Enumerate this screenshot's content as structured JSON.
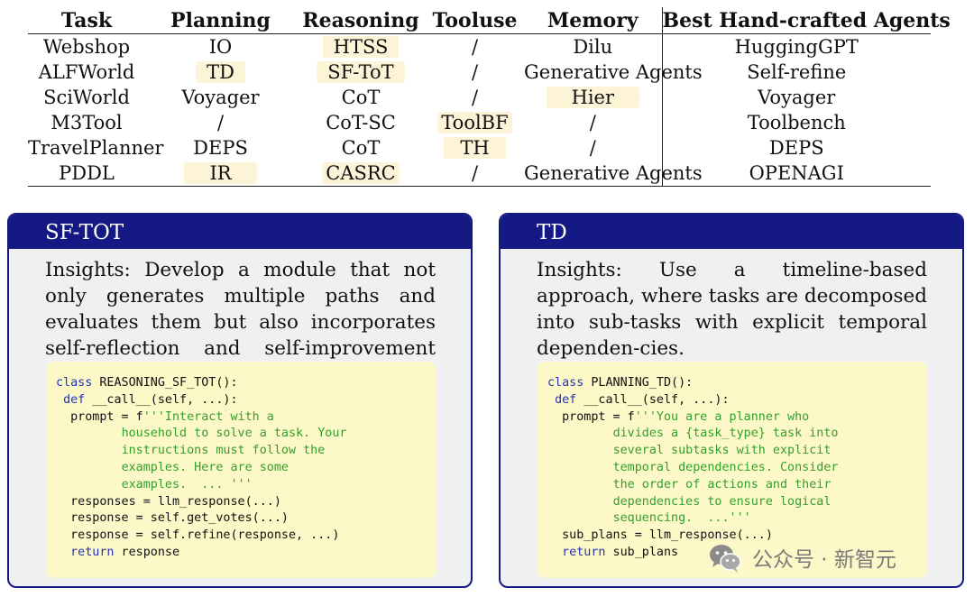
{
  "table": {
    "headers": [
      "Task",
      "Planning",
      "Reasoning",
      "Tooluse",
      "Memory",
      "Best Hand-crafted Agents"
    ],
    "rows": [
      {
        "task": "Webshop",
        "planning": "IO",
        "reasoning": "HTSS",
        "tooluse": "/",
        "memory": "Dilu",
        "best": "HuggingGPT"
      },
      {
        "task": "ALFWorld",
        "planning": "TD",
        "reasoning": "SF-ToT",
        "tooluse": "/",
        "memory": "Generative Agents",
        "best": "Self-refine"
      },
      {
        "task": "SciWorld",
        "planning": "Voyager",
        "reasoning": "CoT",
        "tooluse": "/",
        "memory": "Hier",
        "best": "Voyager"
      },
      {
        "task": "M3Tool",
        "planning": "/",
        "reasoning": "CoT-SC",
        "tooluse": "ToolBF",
        "memory": "/",
        "best": "Toolbench"
      },
      {
        "task": "TravelPlanner",
        "planning": "DEPS",
        "reasoning": "CoT",
        "tooluse": "TH",
        "memory": "/",
        "best": "DEPS"
      },
      {
        "task": "PDDL",
        "planning": "IR",
        "reasoning": "CASRC",
        "tooluse": "/",
        "memory": "Generative Agents",
        "best": "OPENAGI"
      }
    ]
  },
  "left_card": {
    "title": "SF-TOT",
    "insight": "Insights: Develop a module that not only generates multiple paths and evaluates them but also incorporates self-reflection and self-improvement strategies.",
    "code": [
      {
        "kw": "class",
        "rest": " REASONING_SF_TOT():",
        "indent": "",
        "str": ""
      },
      {
        "kw": "def",
        "rest": " __call__(self, ...):",
        "indent": " ",
        "str": ""
      },
      {
        "kw": "",
        "rest": "prompt = f",
        "indent": "  ",
        "str": "'''Interact with a"
      },
      {
        "kw": "",
        "rest": "",
        "indent": "         ",
        "str": "household to solve a task. Your"
      },
      {
        "kw": "",
        "rest": "",
        "indent": "         ",
        "str": "instructions must follow the"
      },
      {
        "kw": "",
        "rest": "",
        "indent": "         ",
        "str": "examples. Here are some"
      },
      {
        "kw": "",
        "rest": "",
        "indent": "         ",
        "str": "examples.  ... '''"
      },
      {
        "kw": "",
        "rest": "responses = llm_response(...)",
        "indent": "  ",
        "str": ""
      },
      {
        "kw": "",
        "rest": "response = self.get_votes(...)",
        "indent": "  ",
        "str": ""
      },
      {
        "kw": "",
        "rest": "response = self.refine(response, ...)",
        "indent": "  ",
        "str": ""
      },
      {
        "kw": "return",
        "rest": " response",
        "indent": "  ",
        "str": ""
      }
    ]
  },
  "right_card": {
    "title": "TD",
    "insight": "Insights: Use a timeline-based approach, where tasks are decomposed into sub-tasks with explicit temporal dependen-cies.",
    "code": [
      {
        "kw": "class",
        "rest": " PLANNING_TD():",
        "indent": "",
        "str": ""
      },
      {
        "kw": "def",
        "rest": " __call__(self, ...):",
        "indent": " ",
        "str": ""
      },
      {
        "kw": "",
        "rest": "prompt = f",
        "indent": "  ",
        "str": "'''You are a planner who"
      },
      {
        "kw": "",
        "rest": "",
        "indent": "         ",
        "str": "divides a {task_type} task into"
      },
      {
        "kw": "",
        "rest": "",
        "indent": "         ",
        "str": "several subtasks with explicit"
      },
      {
        "kw": "",
        "rest": "",
        "indent": "         ",
        "str": "temporal dependencies. Consider"
      },
      {
        "kw": "",
        "rest": "",
        "indent": "         ",
        "str": "the order of actions and their"
      },
      {
        "kw": "",
        "rest": "",
        "indent": "         ",
        "str": "dependencies to ensure logical"
      },
      {
        "kw": "",
        "rest": "",
        "indent": "         ",
        "str": "sequencing.  ...'''"
      },
      {
        "kw": "",
        "rest": "sub_plans = llm_response(...)",
        "indent": "  ",
        "str": ""
      },
      {
        "kw": "return",
        "rest": " sub_plans",
        "indent": "  ",
        "str": ""
      }
    ]
  },
  "watermark": {
    "text": "公众号 · 新智元"
  },
  "colors": {
    "header_blue": "#141984",
    "highlight": "#fdf3d7",
    "code_bg": "#fcf8c8",
    "keyword": "#2333b3",
    "string": "#33a02c"
  }
}
